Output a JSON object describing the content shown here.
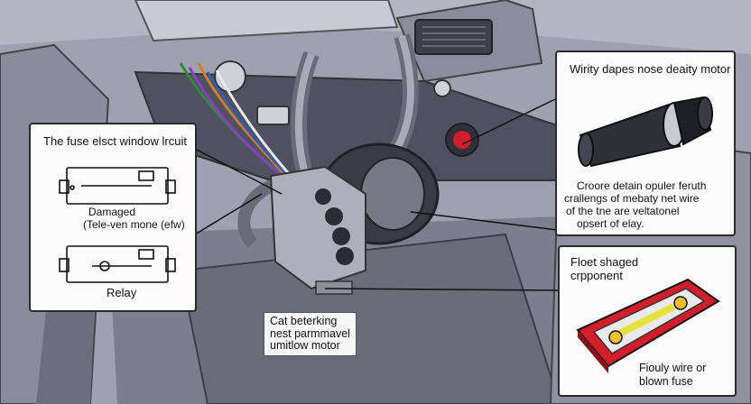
{
  "callouts": {
    "fuse_circuit": {
      "title": "The fuse elsct window lrcuit",
      "item1_label_line1": "Damaged",
      "item1_label_line2": "(Tele-ven mone (efw)",
      "item2_label": "Relay"
    },
    "motor": {
      "title": "Wirity dapes nose deaity motor",
      "desc_line1": "Croore detain opuler feruth",
      "desc_line2": "crallengs of mebaty net wire",
      "desc_line3": "of the tne are veltatonel",
      "desc_line4": "opsert of elay."
    },
    "fuse_component": {
      "title_line1": "Floet shaged",
      "title_line2": "crpponent",
      "caption_line1": "Fiouly wire or",
      "caption_line2": "blown fuse"
    },
    "center_caption": {
      "line1": "Cat beterking",
      "line2": "nest parmmavel",
      "line3": "umitlow motor"
    }
  },
  "colors": {
    "dash": "#8d8ea1",
    "panel_light": "#b9bac8",
    "floor": "#7f8090",
    "warning_red": "#d21e2a",
    "callout_bg": "#fbfbfb"
  },
  "icons": {
    "motor": "motor-icon",
    "relay": "relay-icon",
    "fuse": "fuse-icon",
    "connector": "connector-icon"
  }
}
